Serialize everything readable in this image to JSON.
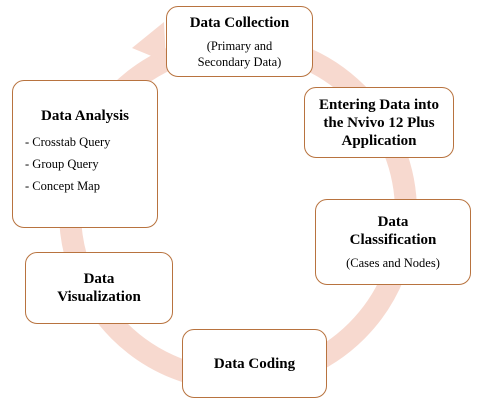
{
  "diagram": {
    "arrow_color": "#f7d9cf",
    "box_border_color": "#b8733f",
    "steps": [
      {
        "title": "Data Collection",
        "subtitle": "(Primary and Secondary Data)"
      },
      {
        "title": "Entering Data into the Nvivo 12 Plus Application"
      },
      {
        "title": "Data Classification",
        "subtitle": "(Cases and Nodes)"
      },
      {
        "title": "Data Coding"
      },
      {
        "title": "Data Visualization"
      },
      {
        "title": "Data Analysis",
        "items": [
          "- Crosstab Query",
          "- Group Query",
          "- Concept Map"
        ]
      }
    ]
  }
}
